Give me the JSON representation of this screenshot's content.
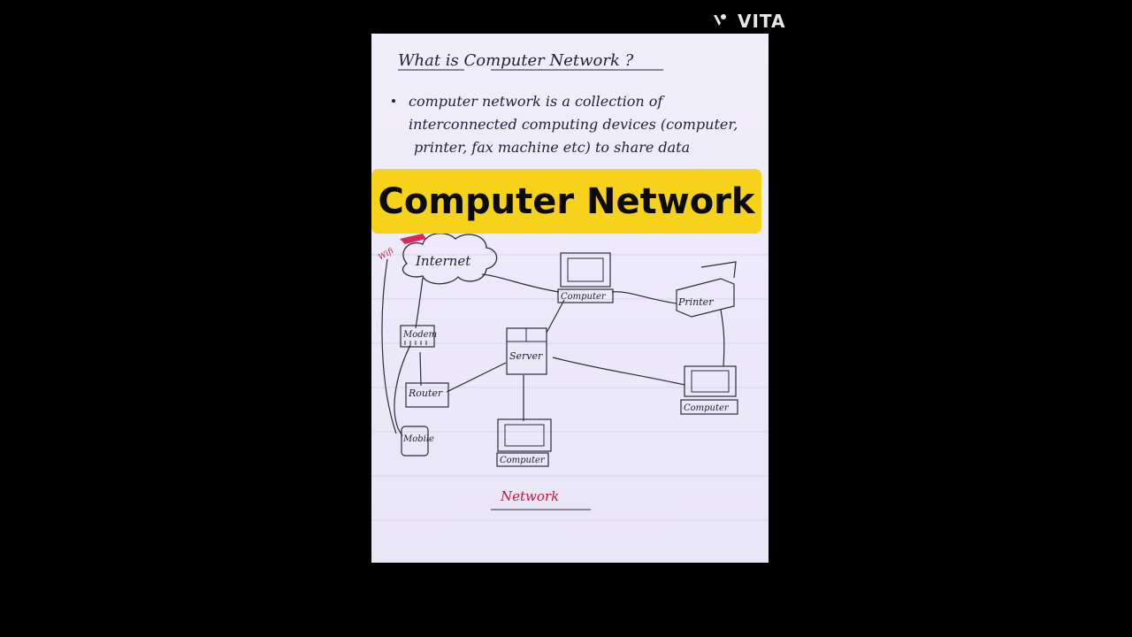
{
  "watermark": {
    "text": "VITA"
  },
  "banner": {
    "title": "Computer Network"
  },
  "note": {
    "heading": "What is Computer Network ?",
    "bullet_lines": [
      "computer network is a collection of",
      "interconnected computing devices (computer,",
      "printer, fax machine etc) to share data"
    ]
  },
  "diagram": {
    "wifi_label": "Wifi",
    "nodes": {
      "internet": "Internet",
      "modem": "Modem",
      "router": "Router",
      "mobile": "Mobile",
      "server": "Server",
      "printer": "Printer",
      "computer_top": "Computer",
      "computer_right": "Computer",
      "computer_bottom": "Computer"
    },
    "caption": "Network"
  },
  "colors": {
    "banner": "#f6d21a",
    "ink": "#23203a",
    "red_ink": "#c4143c",
    "paper": "#efecf9"
  }
}
